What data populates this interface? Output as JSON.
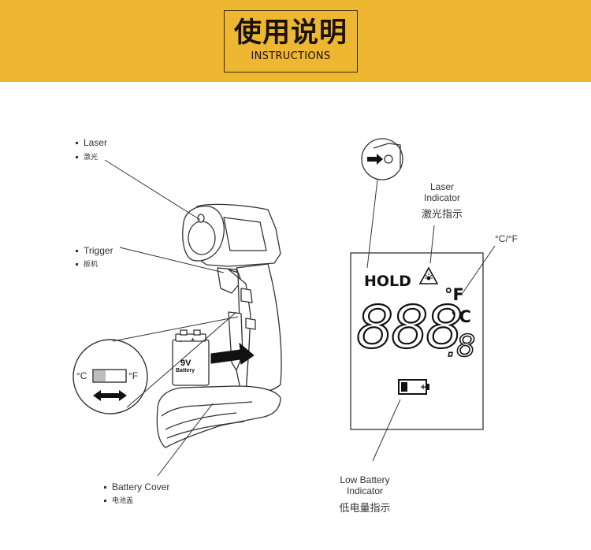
{
  "header": {
    "title_cn": "使用说明",
    "title_en": "INSTRUCTIONS"
  },
  "callouts": {
    "laser": {
      "en": "Laser",
      "cn": "激光"
    },
    "trigger": {
      "en": "Trigger",
      "cn": "扳机"
    },
    "battery_cover": {
      "en": "Battery Cover",
      "cn": "电池盖"
    },
    "laser_indicator": {
      "en_line1": "Laser",
      "en_line2": "Indicator",
      "cn": "激光指示"
    },
    "unit_toggle": {
      "label": "°C/°F"
    },
    "low_battery": {
      "en_line1": "Low Battery",
      "en_line2": "Indicator",
      "cn": "低电量指示"
    }
  },
  "switch_inset": {
    "left_unit": "°C",
    "right_unit": "°F"
  },
  "battery": {
    "voltage": "9V",
    "word": "Battery",
    "minus": "-",
    "plus": "+"
  },
  "lcd": {
    "hold": "HOLD",
    "unit_f": "°F",
    "unit_c": "°C",
    "digits": "888",
    "decimal": ".8"
  },
  "colors": {
    "banner": "#edb731",
    "line": "#333333"
  }
}
